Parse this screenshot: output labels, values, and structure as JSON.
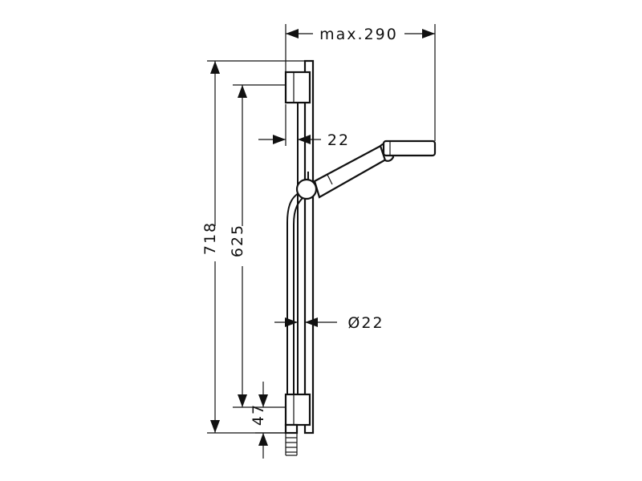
{
  "diagram": {
    "dimensions": {
      "max_reach": "max.290",
      "wall_offset": "22",
      "bar_diameter": "Ø22",
      "total_height": "718",
      "bracket_spacing": "625",
      "bottom_offset": "47"
    },
    "colors": {
      "line": "#111111",
      "background": "#ffffff"
    }
  }
}
